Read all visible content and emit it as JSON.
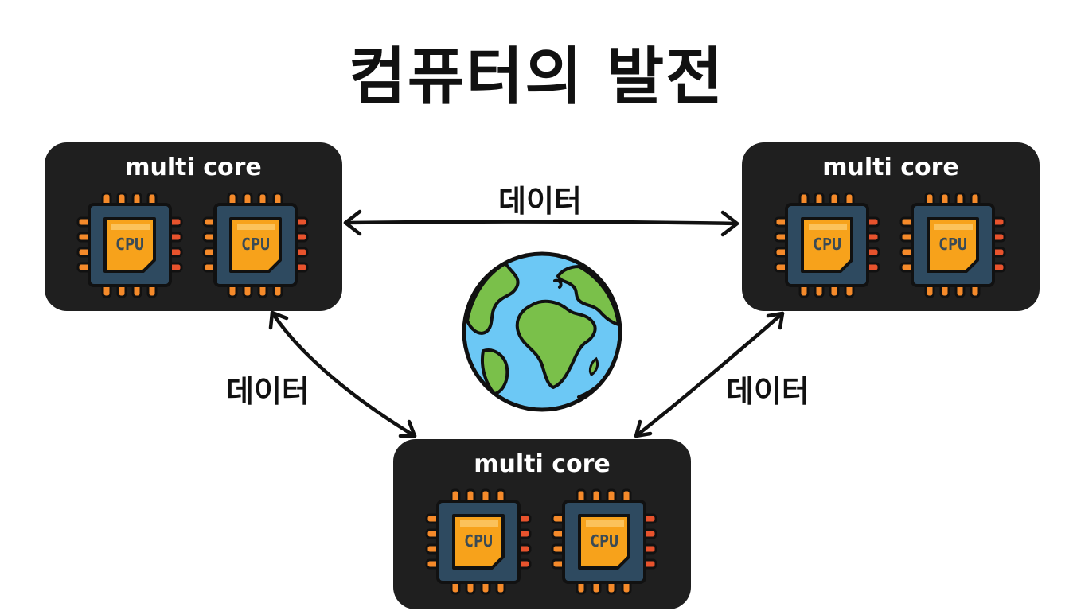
{
  "title": "컴퓨터의 발전",
  "nodes": {
    "left": {
      "label": "multi core",
      "cpus": [
        "CPU",
        "CPU"
      ]
    },
    "right": {
      "label": "multi core",
      "cpus": [
        "CPU",
        "CPU"
      ]
    },
    "bottom": {
      "label": "multi core",
      "cpus": [
        "CPU",
        "CPU"
      ]
    }
  },
  "edges": {
    "top": {
      "label": "데이터"
    },
    "left": {
      "label": "데이터"
    },
    "right": {
      "label": "데이터"
    }
  },
  "icons": {
    "center": "globe-icon",
    "chip": "cpu-chip-icon",
    "arrows": "double-headed-arrow"
  },
  "colors": {
    "background": "#ffffff",
    "node_fill": "#1f1f1f",
    "node_text": "#ffffff",
    "chip_board": "#2e4a60",
    "chip_core": "#f7a21b",
    "chip_core_light": "#fbc25b",
    "chip_pin": "#f58a2a",
    "chip_pin_red": "#e8532d",
    "chip_label": "#3a4a55",
    "ocean": "#6cc8f5",
    "land": "#7ac04a",
    "outline": "#111111"
  }
}
